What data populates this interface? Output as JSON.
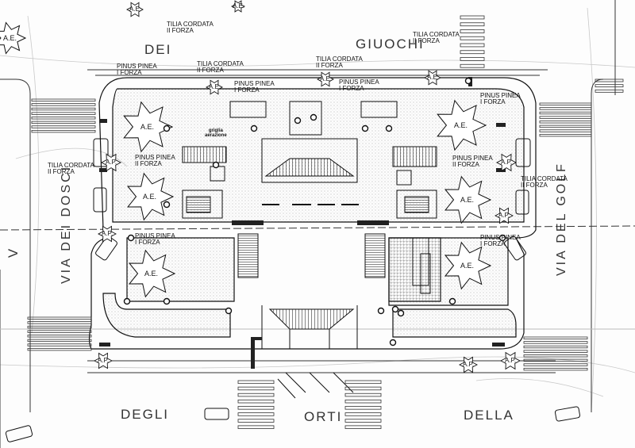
{
  "streets": {
    "top_left": "DEI",
    "top_right": "GIUOCHI",
    "bottom_left": "DEGLI",
    "bottom_mid": "ORTI",
    "bottom_right": "DELLA",
    "left_vertical": "VIA DEI DOSCI",
    "right_vertical": "VIA DEL GOLF",
    "far_left_fragment": "V"
  },
  "tree_labels": {
    "tilia_top": "TILIA CORDATA\nII FORZA",
    "tilia_top_right": "TILIA CORDATA\nII FORZA",
    "tilia_mid_left": "TILIA CORDATA\nII FORZA",
    "tilia_mid_right": "TILIA CORDATA\nII FORZA",
    "tilia_left": "TILIA CORDATA\nII FORZA",
    "tilia_right": "TILIA CORDATA\nII FORZA",
    "pinus_top_left": "PINUS PINEA\nI FORZA",
    "pinus_top_mid": "PINUS PINEA\nI FORZA",
    "pinus_top_mid2": "PINUS PINEA\nI FORZA",
    "pinus_top_right": "PINUS PINEA\nI FORZA",
    "pinus_mid_left": "PINUS PINEA\nII FORZA",
    "pinus_mid_right": "PINUS PINEA\nII FORZA",
    "pinus_lower_left": "PINUS PINEA\nI FORZA",
    "pinus_lower_right": "PINUS PINEA\nI FORZA"
  },
  "ae_label": "A.E.",
  "ap_label": "A.P.",
  "grill_label": "griglia\naerazione"
}
